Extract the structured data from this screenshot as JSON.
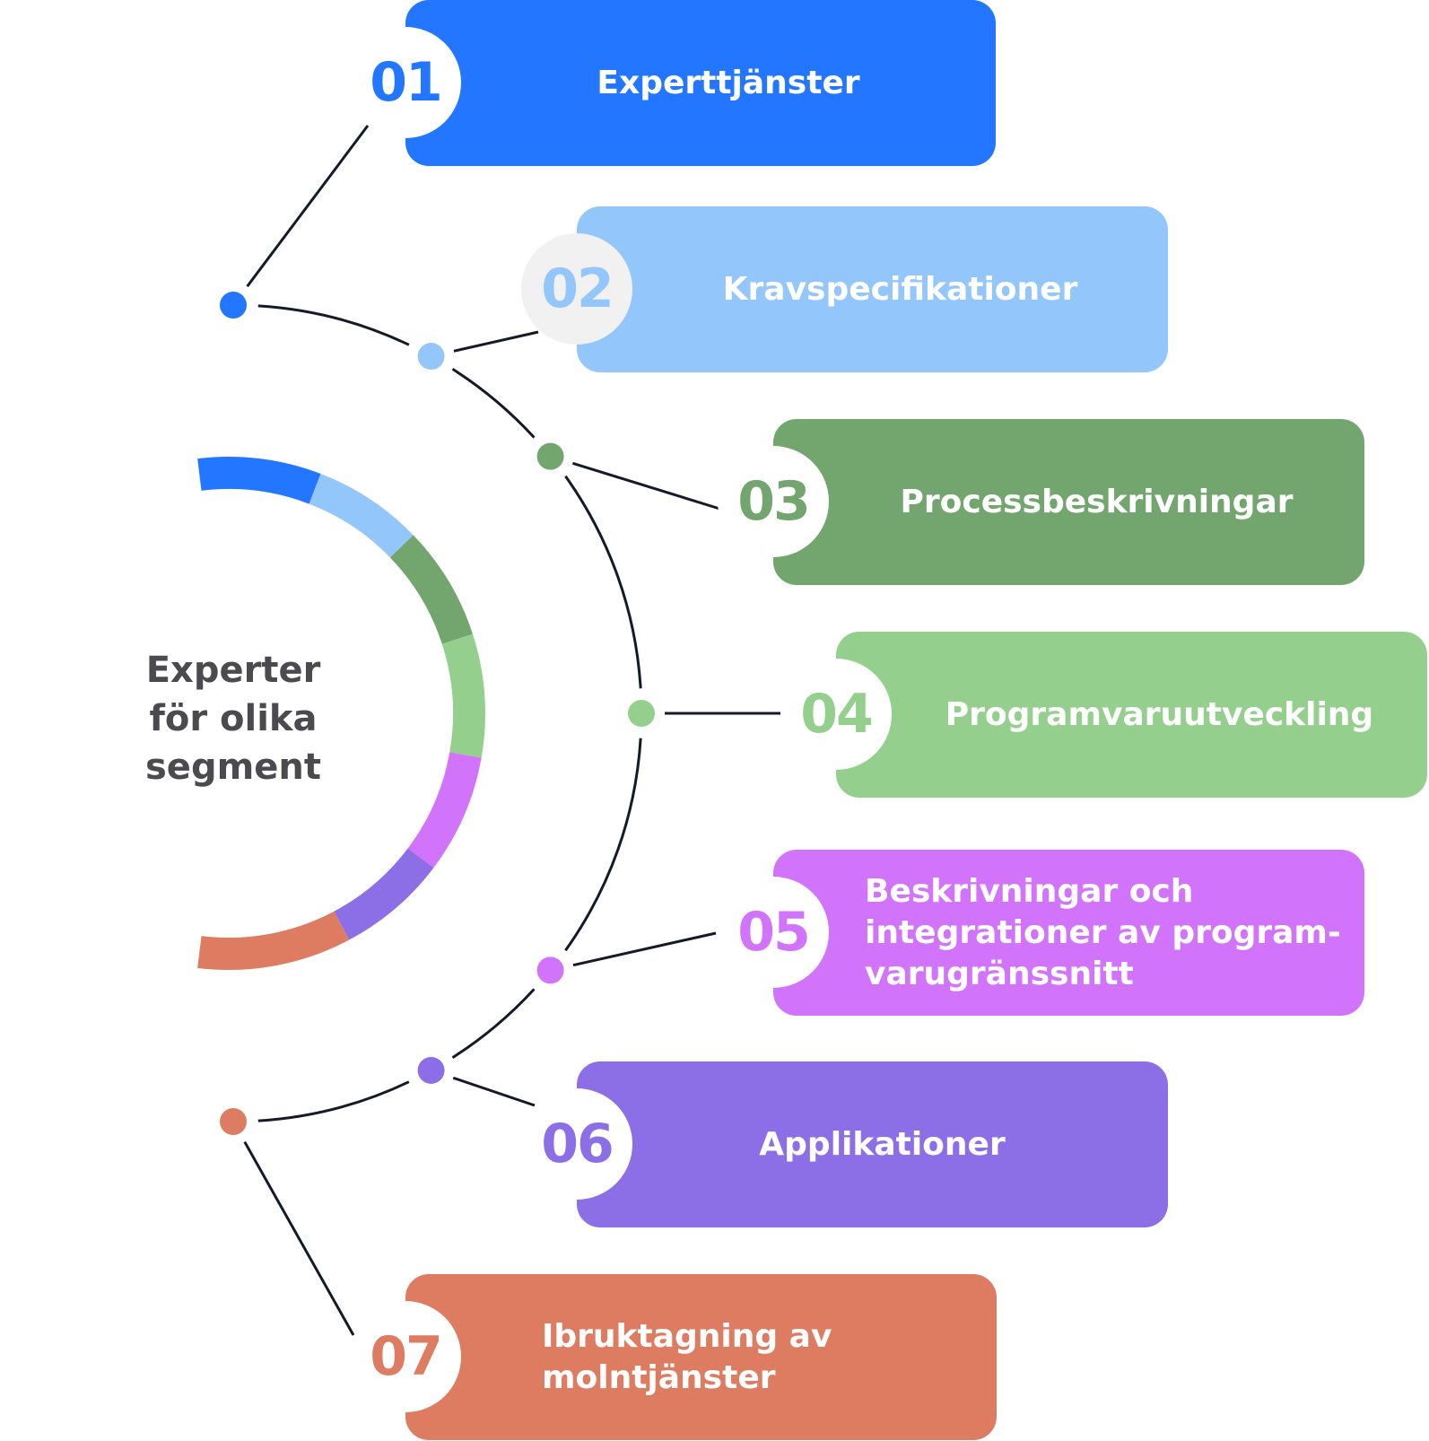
{
  "center": {
    "title_lines": [
      "Experter",
      "för olika",
      "segment"
    ]
  },
  "colors": {
    "c01": "#2276FF",
    "c02": "#93C6FA",
    "c03": "#73A56F",
    "c04": "#95CF8E",
    "c05": "#D173FB",
    "c06": "#8C6EE6",
    "c07": "#DE7C62",
    "line": "#141a2a",
    "num02_circle": "#f1f1f1"
  },
  "items": [
    {
      "number": "01",
      "lines": [
        "Experttjänster"
      ]
    },
    {
      "number": "02",
      "lines": [
        "Kravspecifikationer"
      ]
    },
    {
      "number": "03",
      "lines": [
        "Processbeskrivningar"
      ]
    },
    {
      "number": "04",
      "lines": [
        "Programvaruutveckling"
      ]
    },
    {
      "number": "05",
      "lines": [
        "Beskrivningar och",
        "integrationer av program-",
        "varugränssnitt"
      ]
    },
    {
      "number": "06",
      "lines": [
        "Applikationer"
      ]
    },
    {
      "number": "07",
      "lines": [
        "Ibruktagning av",
        "molntjänster"
      ]
    }
  ]
}
